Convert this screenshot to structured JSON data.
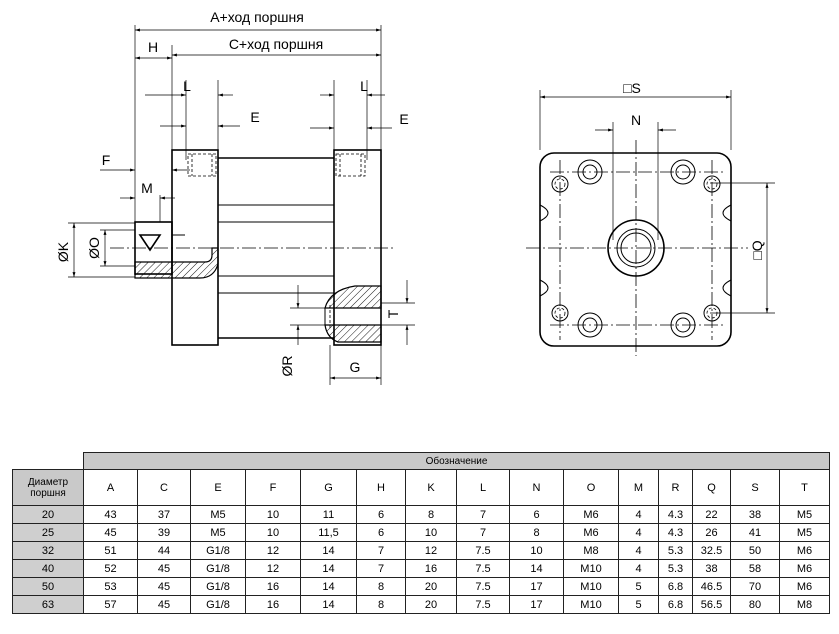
{
  "dimensions": {
    "a_stroke": "A+ход поршня",
    "c_stroke": "C+ход поршня",
    "h": "H",
    "l_left": "L",
    "l_right": "L",
    "e_left": "E",
    "e_right": "E",
    "f": "F",
    "m": "M",
    "k": "ØK",
    "o": "ØO",
    "r": "ØR",
    "g": "G",
    "t": "T",
    "s": "□S",
    "n": "N",
    "q": "□Q"
  },
  "table": {
    "group_header": "Обозначение",
    "row_header": "Диаметр поршня",
    "columns": [
      "A",
      "C",
      "E",
      "F",
      "G",
      "H",
      "K",
      "L",
      "N",
      "O",
      "M",
      "R",
      "Q",
      "S",
      "T"
    ],
    "rows": [
      {
        "bore": "20",
        "values": [
          "43",
          "37",
          "M5",
          "10",
          "11",
          "6",
          "8",
          "7",
          "6",
          "M6",
          "4",
          "4.3",
          "22",
          "38",
          "M5"
        ]
      },
      {
        "bore": "25",
        "values": [
          "45",
          "39",
          "M5",
          "10",
          "11,5",
          "6",
          "10",
          "7",
          "8",
          "M6",
          "4",
          "4.3",
          "26",
          "41",
          "M5"
        ]
      },
      {
        "bore": "32",
        "values": [
          "51",
          "44",
          "G1/8",
          "12",
          "14",
          "7",
          "12",
          "7.5",
          "10",
          "M8",
          "4",
          "5.3",
          "32.5",
          "50",
          "M6"
        ]
      },
      {
        "bore": "40",
        "values": [
          "52",
          "45",
          "G1/8",
          "12",
          "14",
          "7",
          "16",
          "7.5",
          "14",
          "M10",
          "4",
          "5.3",
          "38",
          "58",
          "M6"
        ]
      },
      {
        "bore": "50",
        "values": [
          "53",
          "45",
          "G1/8",
          "16",
          "14",
          "8",
          "20",
          "7.5",
          "17",
          "M10",
          "5",
          "6.8",
          "46.5",
          "70",
          "M6"
        ]
      },
      {
        "bore": "63",
        "values": [
          "57",
          "45",
          "G1/8",
          "16",
          "14",
          "8",
          "20",
          "7.5",
          "17",
          "M10",
          "5",
          "6.8",
          "56.5",
          "80",
          "M8"
        ]
      }
    ]
  }
}
